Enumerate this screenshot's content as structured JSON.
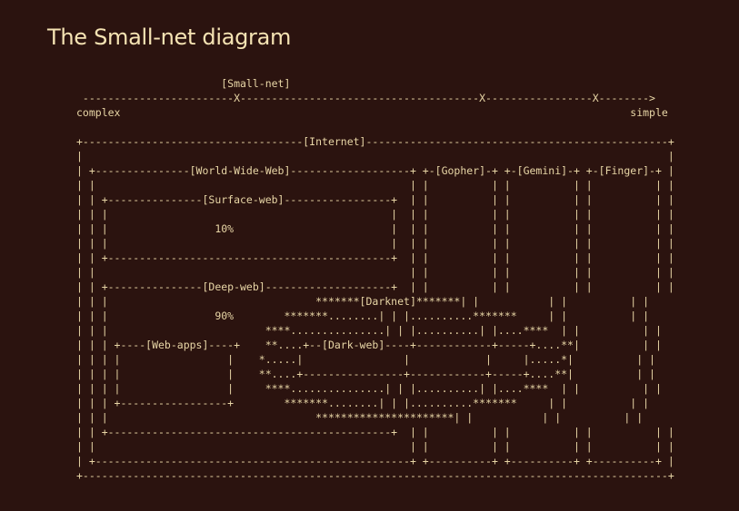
{
  "page": {
    "title": "The Small-net diagram"
  },
  "diagram": {
    "lines": [
      "                       [Small-net]",
      " ------------------------X--------------------------------------X-----------------X-------->",
      "complex                                                                                 simple",
      "",
      "+-----------------------------------[Internet]------------------------------------------------+",
      "|                                                                                             |",
      "| +---------------[World-Wide-Web]-------------------+ +-[Gopher]-+ +-[Gemini]-+ +-[Finger]-+ |",
      "| |                                                  | |          | |          | |          | |",
      "| | +---------------[Surface-web]-----------------+  | |          | |          | |          | |",
      "| | |                                             |  | |          | |          | |          | |",
      "| | |                 10%                         |  | |          | |          | |          | |",
      "| | |                                             |  | |          | |          | |          | |",
      "| | +---------------------------------------------+  | |          | |          | |          | |",
      "| |                                                  | |          | |          | |          | |",
      "| | +---------------[Deep-web]--------------------+  | |          | |          | |          | |",
      "| | |                                 *******[Darknet]*******| |           | |          | |",
      "| | |                 90%        *******........| | |..........*******     | |          | |",
      "| | |                         ****...............| | |..........| |....****  | |          | |",
      "| | | +----[Web-apps]----+    **....+--[Dark-web]----+------------+-----+....**|          | |",
      "| | | |                 |    *.....|                |            |     |.....*|          | |",
      "| | | |                 |    **....+----------------+------------+-----+....**|          | |",
      "| | | |                 |     ****...............| | |..........| |....****  | |          | |",
      "| | | +-----------------+        *******........| | |..........*******     | |          | |",
      "| | |                                 **********************| |           | |          | |",
      "| | +---------------------------------------------+  | |          | |          | |          | |",
      "| |                                                  | |          | |          | |          | |",
      "| +--------------------------------------------------+ +----------+ +----------+ +----------+ |",
      "+---------------------------------------------------------------------------------------------+"
    ]
  }
}
